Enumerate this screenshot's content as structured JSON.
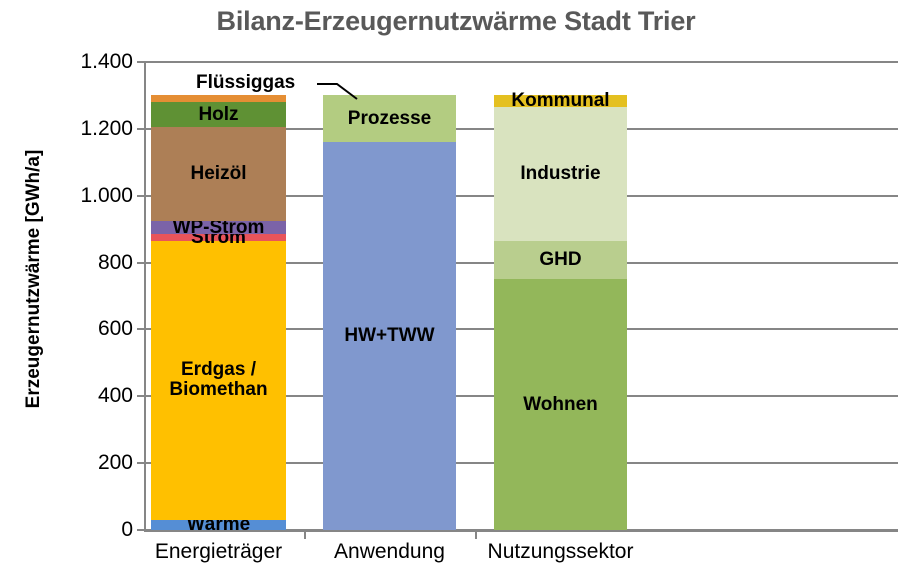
{
  "chart_data": {
    "type": "bar",
    "subtype": "stacked-column",
    "title": "Bilanz-Erzeugernutzwärme Stadt Trier",
    "xlabel": "",
    "ylabel": "Erzeugernutzwärme [GWh/a]",
    "ylim": [
      0,
      1400
    ],
    "ytick_step": 200,
    "ytick_labels": [
      "1.400",
      "1.200",
      "1.000",
      "800",
      "600",
      "400",
      "200",
      "0"
    ],
    "ytick_values": [
      1400,
      1200,
      1000,
      800,
      600,
      400,
      200,
      0
    ],
    "grid": true,
    "legend": "none (segments labeled in place)",
    "categories": [
      "Energieträger",
      "Anwendung",
      "Nutzungssektor"
    ],
    "annotations": [
      {
        "text": "Flüssiggas",
        "target": "Energieträger / Flüssiggas segment",
        "leader": true
      }
    ],
    "stacks": [
      {
        "category": "Energieträger",
        "total": 1300,
        "segments": [
          {
            "label": "Wärme",
            "value": 30,
            "y0": 0,
            "y1": 30,
            "color": "#558ED5",
            "label_shown": true
          },
          {
            "label": "Erdgas /\nBiomethan",
            "value": 835,
            "y0": 30,
            "y1": 865,
            "color": "#FFC000",
            "label_shown": true
          },
          {
            "label": "Strom",
            "value": 20,
            "y0": 865,
            "y1": 885,
            "color": "#E8545A",
            "label_shown": true
          },
          {
            "label": "WP-Strom",
            "value": 40,
            "y0": 885,
            "y1": 925,
            "color": "#7B63A8",
            "label_shown": true
          },
          {
            "label": "Heizöl",
            "value": 280,
            "y0": 925,
            "y1": 1205,
            "color": "#AD7F56",
            "label_shown": true
          },
          {
            "label": "Holz",
            "value": 75,
            "y0": 1205,
            "y1": 1280,
            "color": "#5F9134",
            "label_shown": true
          },
          {
            "label": "Flüssiggas",
            "value": 20,
            "y0": 1280,
            "y1": 1300,
            "color": "#E58E34",
            "label_shown": false
          }
        ]
      },
      {
        "category": "Anwendung",
        "total": 1300,
        "segments": [
          {
            "label": "HW+TWW",
            "value": 1161,
            "y0": 0,
            "y1": 1161,
            "color": "#8098CE",
            "label_shown": true
          },
          {
            "label": "Prozesse",
            "value": 139,
            "y0": 1161,
            "y1": 1300,
            "color": "#B3CC81",
            "label_shown": true
          }
        ]
      },
      {
        "category": "Nutzungssektor",
        "total": 1300,
        "segments": [
          {
            "label": "Wohnen",
            "value": 750,
            "y0": 0,
            "y1": 750,
            "color": "#93B койка"
          },
          {
            "label": "GHD",
            "value": 116,
            "y0": 750,
            "y1": 866,
            "color": "#B9CE8E",
            "label_shown": true
          },
          {
            "label": "Industrie",
            "value": 399,
            "y0": 866,
            "y1": 1265,
            "color": "#D9E3BF",
            "label_shown": true
          },
          {
            "label": "Kommunal",
            "value": 35,
            "y0": 1265,
            "y1": 1300,
            "color": "#E4C020",
            "label_shown": true
          }
        ]
      }
    ]
  },
  "colors": {
    "title": "#595959",
    "axis": "#868686",
    "text": "#000000",
    "background": "#FFFFFF",
    "waerme": "#558ED5",
    "erdgas_biomethan": "#FFC000",
    "strom": "#E8545A",
    "wp_strom": "#7B63A8",
    "heizoel": "#AD7F56",
    "holz": "#5F9134",
    "fluessiggas": "#E58E34",
    "hw_tww": "#8098CE",
    "prozesse": "#B3CC81",
    "wohnen": "#93B75A",
    "ghd": "#B9CE8E",
    "industrie": "#D9E3BF",
    "kommunal": "#E4C020"
  }
}
